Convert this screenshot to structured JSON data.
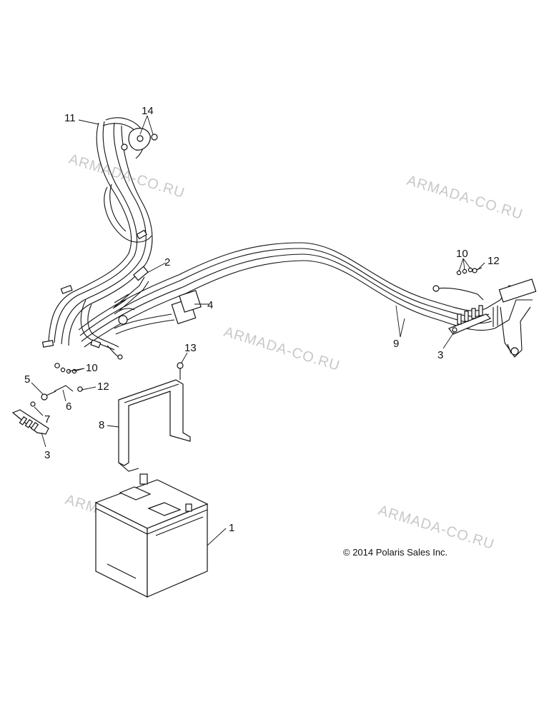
{
  "watermark": "ARMADA-CO.RU",
  "copyright": "© 2014 Polaris Sales Inc.",
  "callouts": {
    "c1": "1",
    "c2": "2",
    "c3a": "3",
    "c3b": "3",
    "c4": "4",
    "c5": "5",
    "c6": "6",
    "c7": "7",
    "c8": "8",
    "c9": "9",
    "c10a": "10",
    "c10b": "10",
    "c11": "11",
    "c12a": "12",
    "c12b": "12",
    "c13": "13",
    "c14": "14"
  }
}
